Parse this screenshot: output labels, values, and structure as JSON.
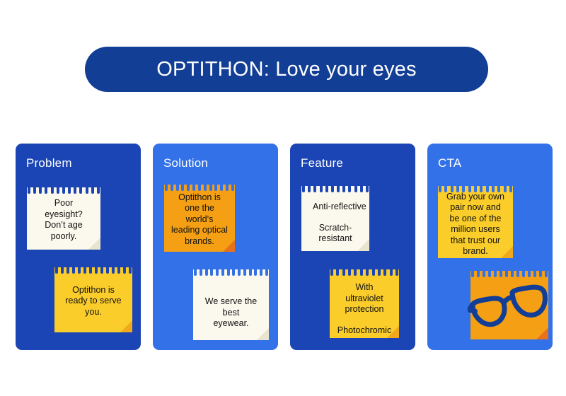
{
  "banner": {
    "title": "OPTITHON: Love your eyes",
    "background_color": "#123E96",
    "text_color": "#FFFFFF"
  },
  "palette": {
    "page_background": "#FFFFFF",
    "card_blue_dark": "#1B45B4",
    "card_blue_light": "#3371E8",
    "note_cream": "#FBF9ED",
    "note_yellow": "#FACD2B",
    "note_orange": "#F5A014",
    "glasses_navy": "#123E96",
    "note_text": "#111111"
  },
  "columns": [
    {
      "title": "Problem",
      "card_color": "#1B45B4",
      "notes": [
        {
          "color": "cream",
          "align": "center",
          "lines": [
            "Poor",
            "eyesight?",
            "Don’t age",
            "poorly."
          ]
        },
        {
          "color": "yellow",
          "align": "center",
          "lines": [
            "Optithon is",
            "ready to serve",
            "you."
          ]
        }
      ]
    },
    {
      "title": "Solution",
      "card_color": "#3371E8",
      "notes": [
        {
          "color": "orange",
          "align": "center",
          "lines": [
            "Optithon is",
            "one the",
            "world’s",
            "leading optical",
            "brands."
          ]
        },
        {
          "color": "cream",
          "align": "center",
          "lines": [
            "We serve the",
            "best",
            "eyewear."
          ]
        }
      ]
    },
    {
      "title": "Feature",
      "card_color": "#1B45B4",
      "notes": [
        {
          "color": "cream",
          "align": "mixed",
          "lines": [
            "Anti-reflective",
            "Scratch-",
            "resistant"
          ]
        },
        {
          "color": "yellow",
          "align": "center",
          "lines": [
            "With",
            "ultraviolet",
            "protection",
            "Photochromic"
          ]
        }
      ]
    },
    {
      "title": "CTA",
      "card_color": "#3371E8",
      "notes": [
        {
          "color": "yellow",
          "align": "center",
          "lines": [
            "Grab your own",
            "pair now and",
            "be one of the",
            "million users",
            "that trust our",
            "brand."
          ]
        },
        {
          "color": "orange",
          "align": "center",
          "icon": "eyeglasses-icon",
          "lines": []
        }
      ]
    }
  ]
}
